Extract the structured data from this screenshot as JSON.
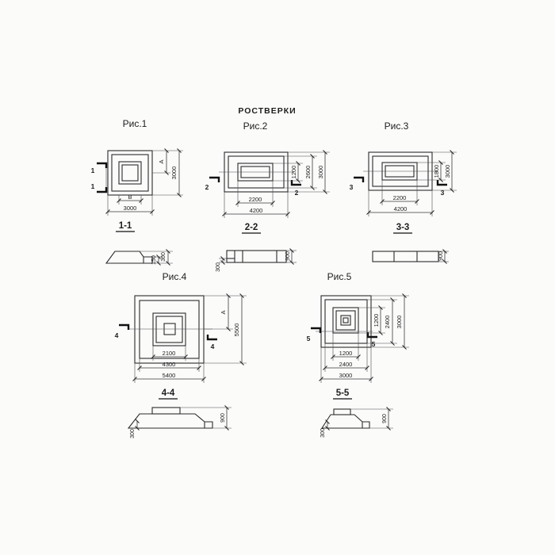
{
  "title": "РОСТВЕРКИ",
  "fig1": {
    "label": "Рис.1",
    "cut_mark": "1",
    "dim_right_inner": "А",
    "dim_right_outer": "3000",
    "dim_bottom_inner": "В",
    "dim_bottom_outer": "3000",
    "section_title": "1-1",
    "section_dim_step": "150",
    "section_dim_total": "300"
  },
  "fig2": {
    "label": "Рис.2",
    "cut_mark": "2",
    "dim_right_opening": "1200",
    "dim_right_mid": "2600",
    "dim_right_outer": "3000",
    "dim_bottom_opening": "2200",
    "dim_bottom_outer": "4200",
    "section_title": "2-2",
    "section_dim_step": "300",
    "section_dim_height": "900"
  },
  "fig3": {
    "label": "Рис.3",
    "cut_mark": "3",
    "dim_right_opening": "1800",
    "dim_right_outer": "3000",
    "dim_bottom_opening": "2200",
    "dim_bottom_outer": "4200",
    "section_title": "3-3",
    "section_dim_height": "900"
  },
  "fig4": {
    "label": "Рис.4",
    "cut_mark": "4",
    "dim_right_inner": "А",
    "dim_right_outer": "5500",
    "dim_bottom_opening": "2100",
    "dim_bottom_mid": "4300",
    "dim_bottom_outer": "5400",
    "section_title": "4-4",
    "section_dim_step": "300",
    "section_dim_height": "900"
  },
  "fig5": {
    "label": "Рис.5",
    "cut_mark": "5",
    "dim_right_opening": "1200",
    "dim_right_mid": "2400",
    "dim_right_outer": "3000",
    "dim_bottom_opening": "1200",
    "dim_bottom_mid": "2400",
    "dim_bottom_outer": "3000",
    "section_title": "5-5",
    "section_dim_step": "300",
    "section_dim_height": "900"
  }
}
